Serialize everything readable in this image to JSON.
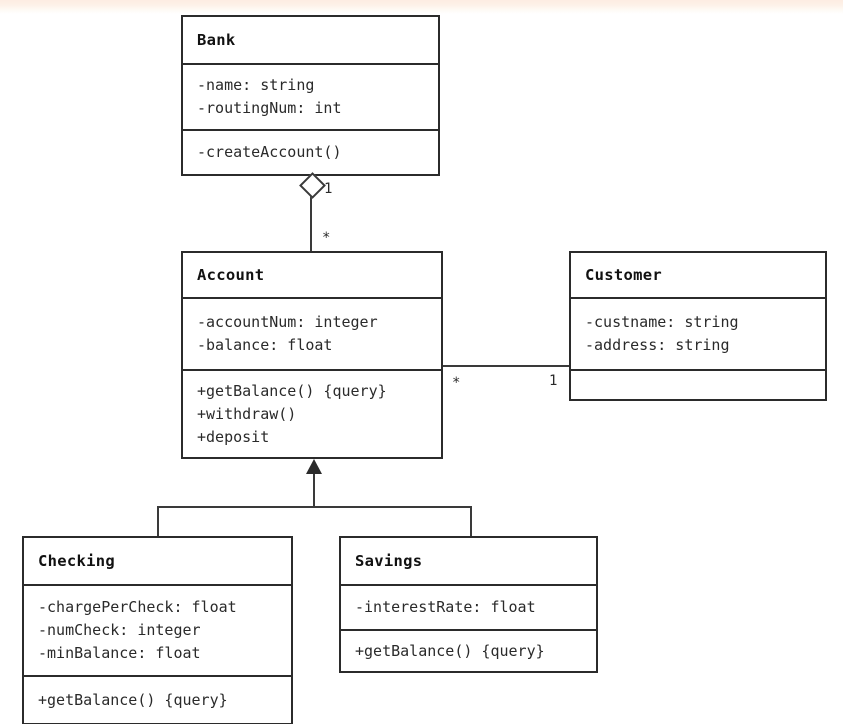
{
  "diagram": {
    "type": "uml-class-diagram",
    "classes": [
      {
        "id": "bank",
        "name": "Bank",
        "attributes": [
          "-name: string",
          "-routingNum: int"
        ],
        "operations": [
          "-createAccount()"
        ]
      },
      {
        "id": "account",
        "name": "Account",
        "attributes": [
          "-accountNum: integer",
          "-balance: float"
        ],
        "operations": [
          "+getBalance() {query}",
          "+withdraw()",
          "+deposit"
        ]
      },
      {
        "id": "customer",
        "name": "Customer",
        "attributes": [
          "-custname: string",
          "-address: string"
        ],
        "operations": []
      },
      {
        "id": "checking",
        "name": "Checking",
        "attributes": [
          "-chargePerCheck: float",
          "-numCheck: integer",
          "-minBalance: float"
        ],
        "operations": [
          "+getBalance() {query}"
        ]
      },
      {
        "id": "savings",
        "name": "Savings",
        "attributes": [
          "-interestRate: float"
        ],
        "operations": [
          "+getBalance() {query}"
        ]
      }
    ],
    "relationships": [
      {
        "id": "bank-account",
        "kind": "aggregation",
        "from": "Bank",
        "to": "Account",
        "from_multiplicity": "1",
        "to_multiplicity": "*"
      },
      {
        "id": "account-customer",
        "kind": "association",
        "from": "Account",
        "to": "Customer",
        "from_multiplicity": "*",
        "to_multiplicity": "1"
      },
      {
        "id": "checking-account",
        "kind": "generalization",
        "from": "Checking",
        "to": "Account"
      },
      {
        "id": "savings-account",
        "kind": "generalization",
        "from": "Savings",
        "to": "Account"
      }
    ],
    "colors": {
      "border": "#2b2b2b",
      "connector": "#3a3a3a",
      "background": "#ffffff",
      "text": "#2a2a2a"
    }
  }
}
